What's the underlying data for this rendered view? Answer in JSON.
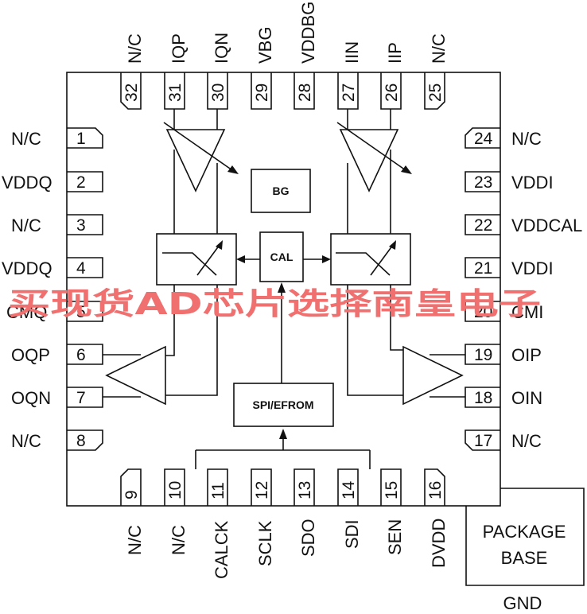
{
  "pins": [
    {
      "num": "1",
      "name": "N/C"
    },
    {
      "num": "2",
      "name": "VDDQ"
    },
    {
      "num": "3",
      "name": "N/C"
    },
    {
      "num": "4",
      "name": "VDDQ"
    },
    {
      "num": "5",
      "name": "CMQ"
    },
    {
      "num": "6",
      "name": "OQP"
    },
    {
      "num": "7",
      "name": "OQN"
    },
    {
      "num": "8",
      "name": "N/C"
    },
    {
      "num": "9",
      "name": "N/C"
    },
    {
      "num": "10",
      "name": "N/C"
    },
    {
      "num": "11",
      "name": "CALCK"
    },
    {
      "num": "12",
      "name": "SCLK"
    },
    {
      "num": "13",
      "name": "SDO"
    },
    {
      "num": "14",
      "name": "SDI"
    },
    {
      "num": "15",
      "name": "SEN"
    },
    {
      "num": "16",
      "name": "DVDD"
    },
    {
      "num": "17",
      "name": "N/C"
    },
    {
      "num": "18",
      "name": "OIN"
    },
    {
      "num": "19",
      "name": "OIP"
    },
    {
      "num": "20",
      "name": "CMI"
    },
    {
      "num": "21",
      "name": "VDDI"
    },
    {
      "num": "22",
      "name": "VDDCAL"
    },
    {
      "num": "23",
      "name": "VDDI"
    },
    {
      "num": "24",
      "name": "N/C"
    },
    {
      "num": "25",
      "name": "N/C"
    },
    {
      "num": "26",
      "name": "IIP"
    },
    {
      "num": "27",
      "name": "IIN"
    },
    {
      "num": "28",
      "name": "VDDBG"
    },
    {
      "num": "29",
      "name": "VBG"
    },
    {
      "num": "30",
      "name": "IQN"
    },
    {
      "num": "31",
      "name": "IQP"
    },
    {
      "num": "32",
      "name": "N/C"
    }
  ],
  "blocks": {
    "bg": "BG",
    "cal": "CAL",
    "spi": "SPI/EFROM"
  },
  "package": {
    "line1": "PACKAGE",
    "line2": "BASE",
    "gnd": "GND"
  },
  "watermark": "买现货AD芯片选择南皇电子",
  "colors": {
    "line": "#111111",
    "watermark": "#f07070"
  }
}
